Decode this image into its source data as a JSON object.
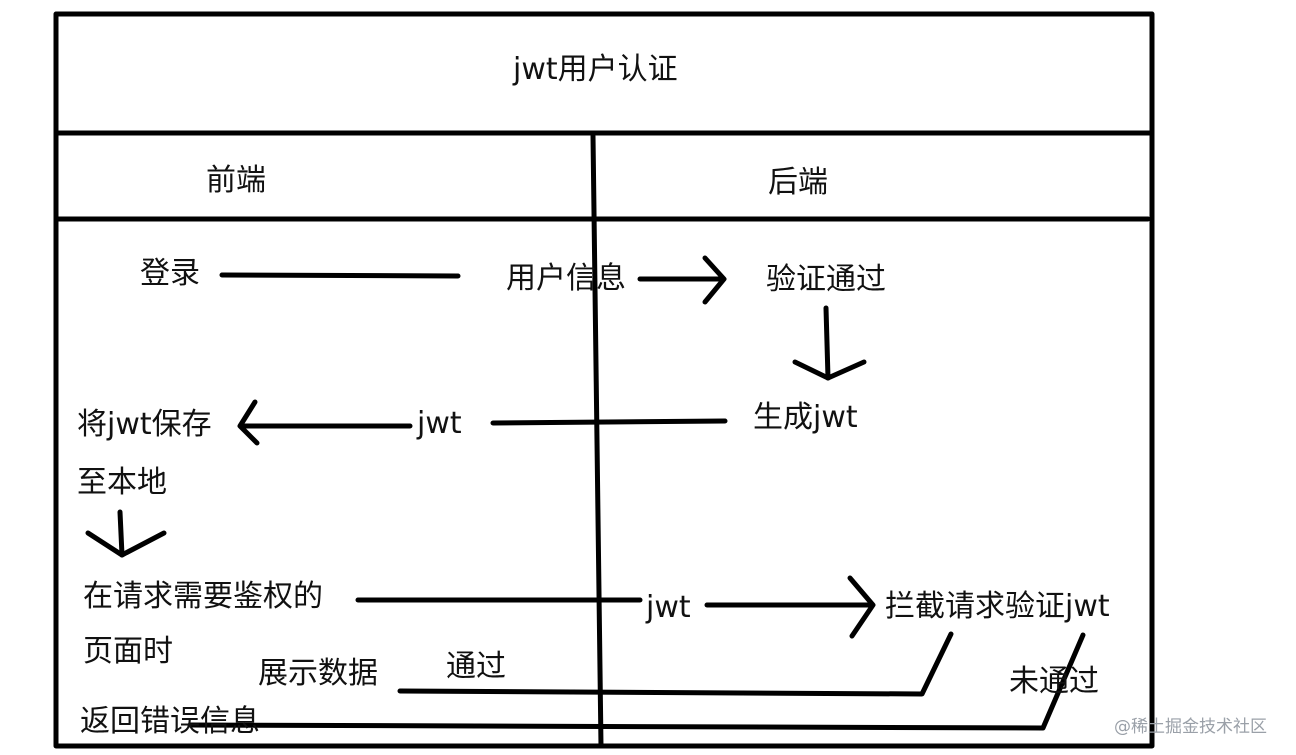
{
  "title": "jwt用户认证",
  "columns": {
    "frontend": "前端",
    "backend": "后端"
  },
  "nodes": {
    "login": "登录",
    "user_info": "用户信息",
    "verify_pass": "验证通过",
    "gen_jwt": "生成jwt",
    "jwt_return": "jwt",
    "save_jwt_line1": "将jwt保存",
    "save_jwt_line2": "至本地",
    "request_line1": "在请求需要鉴权的",
    "request_line2": "页面时",
    "jwt_send": "jwt",
    "intercept": "拦截请求验证jwt",
    "show_data": "展示数据",
    "passed": "通过",
    "not_passed": "未通过",
    "return_error": "返回错误信息"
  },
  "watermark": "@稀土掘金技术社区",
  "colors": {
    "stroke": "#000000",
    "text": "#111111",
    "watermark": "#9aa0a8"
  }
}
